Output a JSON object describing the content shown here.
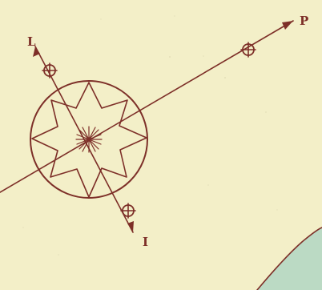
{
  "map": {
    "colors": {
      "paper": "#f3efc8",
      "ink": "#7d2f28",
      "sea": "#b7d8c4"
    },
    "labels": {
      "top_left": "L",
      "right": "P",
      "bottom": "I"
    }
  }
}
